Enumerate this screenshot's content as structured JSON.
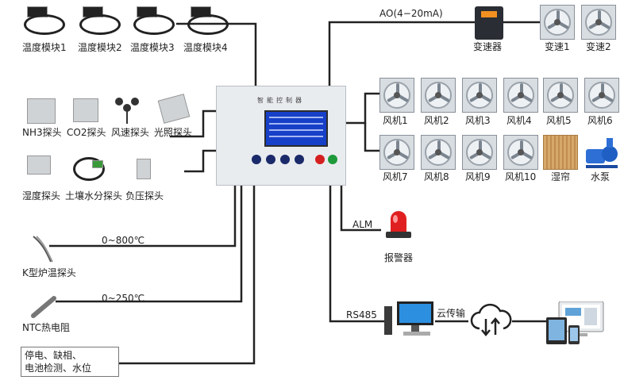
{
  "modules": [
    "温度模块1",
    "温度模块2",
    "温度模块3",
    "温度模块4"
  ],
  "sensors_row1": [
    "NH3探头",
    "CO2探头",
    "风速探头",
    "光照探头"
  ],
  "sensors_row2": [
    "湿度探头",
    "土壤水分探头",
    "负压探头"
  ],
  "thermocouple": {
    "label": "K型炉温探头",
    "range": "0~800℃"
  },
  "ntc": {
    "label": "NTC热电阻",
    "range": "0~250℃"
  },
  "alarms_box": {
    "line1": "停电、缺相、",
    "line2": "电池检测、水位"
  },
  "controller": {
    "title": "智能控制器"
  },
  "ao": {
    "signal": "AO(4−20mA)",
    "vfd_label": "变速器",
    "fans": [
      "变速1",
      "变速2"
    ]
  },
  "fans_row1": [
    "风机1",
    "风机2",
    "风机3",
    "风机4",
    "风机5",
    "风机6"
  ],
  "fans_row2": [
    "风机7",
    "风机8",
    "风机9",
    "风机10"
  ],
  "pad_label": "湿帘",
  "pump_label": "水泵",
  "alm": {
    "signal": "ALM",
    "label": "报警器"
  },
  "comm": {
    "rs485": "RS485",
    "cloud": "云传输"
  },
  "colors": {
    "wire": "#222222",
    "screen": "#1740c8",
    "fan_frame": "#d8dde2"
  }
}
